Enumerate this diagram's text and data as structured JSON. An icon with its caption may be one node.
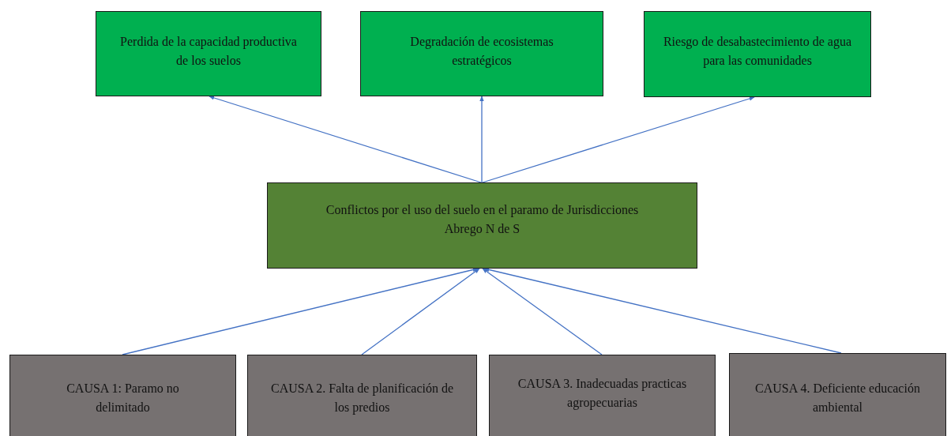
{
  "diagram": {
    "nodes": [
      {
        "text": [
          "Perdida de la capacidad productiva de los suelos"
        ]
      },
      {
        "text": [
          "Degradación de ecosistemas estratégicos"
        ]
      },
      {
        "text": [
          "Riesgo de desabastecimiento de agua para las comunidades"
        ]
      },
      {
        "text": [
          "Conflictos por el uso del suelo en el paramo de Jurisdicciones Abrego N de S"
        ]
      },
      {
        "text": [
          "CAUSA 1: Paramo no delimitado"
        ]
      },
      {
        "text": [
          "CAUSA 2. Falta de planificación de los predios"
        ]
      },
      {
        "text": [
          "CAUSA 3. Inadecuadas practicas agropecuarias"
        ]
      },
      {
        "text": [
          "CAUSA 4. Deficiente educación ambiental"
        ]
      }
    ],
    "edges": [
      {
        "from": 3,
        "to": 0,
        "arrow": "to"
      },
      {
        "from": 3,
        "to": 1,
        "arrow": "to"
      },
      {
        "from": 3,
        "to": 2,
        "arrow": "to"
      },
      {
        "from": 4,
        "to": 3,
        "arrow": "to"
      },
      {
        "from": 5,
        "to": 3,
        "arrow": "to"
      },
      {
        "from": 6,
        "to": 3,
        "arrow": "to"
      },
      {
        "from": 7,
        "to": 3,
        "arrow": "to"
      }
    ]
  }
}
